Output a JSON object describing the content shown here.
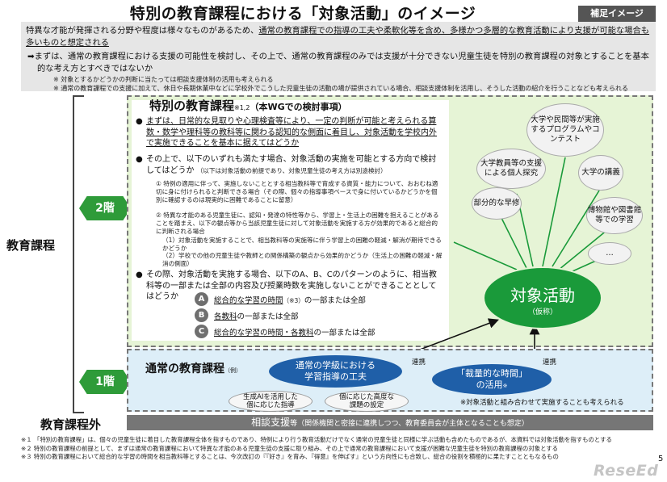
{
  "title": "特別の教育課程における「対象活動」のイメージ",
  "badge": "補足イメージ",
  "intro": {
    "line1a": "特異な才能が発揮される分野や程度は様々なものがあるため、",
    "line1b": "通常の教育課程での指導の工夫や柔軟化等を含め、多様かつ多層的な教育活動により支援が可能な場合も多いものと想定される",
    "line2a": "➡まずは、通常の教育課程における支援の可能性を検討し、その上で、通常の教育課程のみでは支援が十分できない児童生徒を特別の教育課程の対象とすることを",
    "line2b": "基本的な考え方とすべきではないか",
    "note1": "※ 対象とするかどうかの判断に当たっては相談支援体制の活用も考えられる",
    "note2": "※ 通常の教育課程での支援に加えて、休日や長期休業中などに学校外でこうした児童生徒の活動の場が提供されている場合、相談支援体制を活用し、そうした活動の紹介を行うことなども考えられる"
  },
  "labels": {
    "kyoiku": "教育課程",
    "gai": "教育課程外",
    "tier2": "2階",
    "tier1": "1階"
  },
  "tokubetsu": {
    "title": "特別の教育課程",
    "mark": "※1,2",
    "sub": "（本WGでの検討事項）",
    "b1": "まずは、日常的な見取りや心理検査等により、一定の判断が可能と考えられる算数・数学や理科等の教科等に関わる認知的な側面に着目し、対象活動を学校内外で実施できることを基本に据えてはどうか",
    "b2": "その上で、以下のいずれも満たす場合、対象活動の実施を可能とする方向で検討してはどうか",
    "b2note": "（以下は対象活動の前提であり、対象児童生徒の考え方は別途検討）",
    "c1": "① 特例の適用に伴って、実施しないこととする相当教科等で育成する資質・能力について、おおむね適切に身に付けられると判断できる場合（その際、個々の指導事項ベースで身に付いているかどうかを個別に確認するのは現実的に困難であることに留意）",
    "c2": "② 特異な才能のある児童生徒に、認知・発達の特性等から、学習上・生活上の困難を抱えることがあることを踏まえ、以下の観点等から当該児童生徒に対して対象活動を実施する方が効果的であると総合的に判断される場合",
    "c2a": "（1）対象活動を実施することで、相当教科等の実施等に伴う学習上の困難の軽減・解消が期待できるかどうか",
    "c2b": "（2）学校での他の児童生徒や教師との関係構築の観点から効果的かどうか（生活上の困難の軽減・解消の側面）",
    "b3": "その際、対象活動を実施する場合、以下のA、B、Cのパターンのように、相当教科等の一部または全部の内容及び授業時数を実施しないことができることとしてはどうか",
    "A": "A",
    "Atxt": "総合的な学習の時間",
    "Anote": "（※3）",
    "Atail": "の一部または全部",
    "B": "B",
    "Btxt": "各教科",
    "Btail": "の一部または全部",
    "C": "C",
    "Ctxt": "総合的な学習の時間・各教科",
    "Ctail": "の一部または全部"
  },
  "bubbles": {
    "univ": "大学や民間等が実施するプログラムやコンテスト",
    "kyoin": "大学教員等の支援による個人探究",
    "kougi": "大学の講義",
    "bubun": "部分的な早修",
    "hakubutsu": "博物館や図書館等での学習",
    "etc": "…"
  },
  "taisho": {
    "main": "対象活動",
    "sub": "（仮称）"
  },
  "tsujo": {
    "title": "通常の教育課程",
    "mark": "（例）",
    "oval1a": "通常の学級における",
    "oval1b": "学習指導の工夫",
    "oval2a": "「裁量的な時間」",
    "oval2b": "の活用",
    "oval2mark": "※",
    "so1a": "生成AIを活用した",
    "so1b": "個に応じた指導",
    "so2a": "個に応じた高度な",
    "so2b": "課題の設定",
    "renkei1": "連携",
    "renkei2": "連携",
    "kumi": "※対象活動と組み合わせて実施することも考えられる"
  },
  "soudan": {
    "main": "相談支援",
    "tail": "等（関係機関と密接に連携しつつ、教育委員会が主体となることも想定）"
  },
  "footnotes": [
    "※１ 「特別の教育課程」は、個々の児童生徒に着目した教育課程全体を指すものであり、特例により行う教育活動だけでなく通常の児童生徒と同様に学ぶ活動も含めたものであるが、本資料では対象活動を指すものとする",
    "※２ 特別の教育課程の前提として、まずは通常の教育課程において特異な才能のある児童生徒の支援に取り組み、その上で通常の教育課程において支援が困難な児童生徒を特別の教育課程の対象とする",
    "※３ 特別の教育課程において総合的な学習の時間を相当教科等とすることは、今次改訂の『『好き』を育み、『得意』を伸ばす』という方向性にも合致し、総合の役割を積極的に果たすことともなるもの"
  ],
  "page_number": "5",
  "logo": "ReseEd",
  "colors": {
    "green": "#2e9b39",
    "taisho_green": "#1a9a3a",
    "blue": "#1f5fa8",
    "gray_band": "#767676"
  }
}
